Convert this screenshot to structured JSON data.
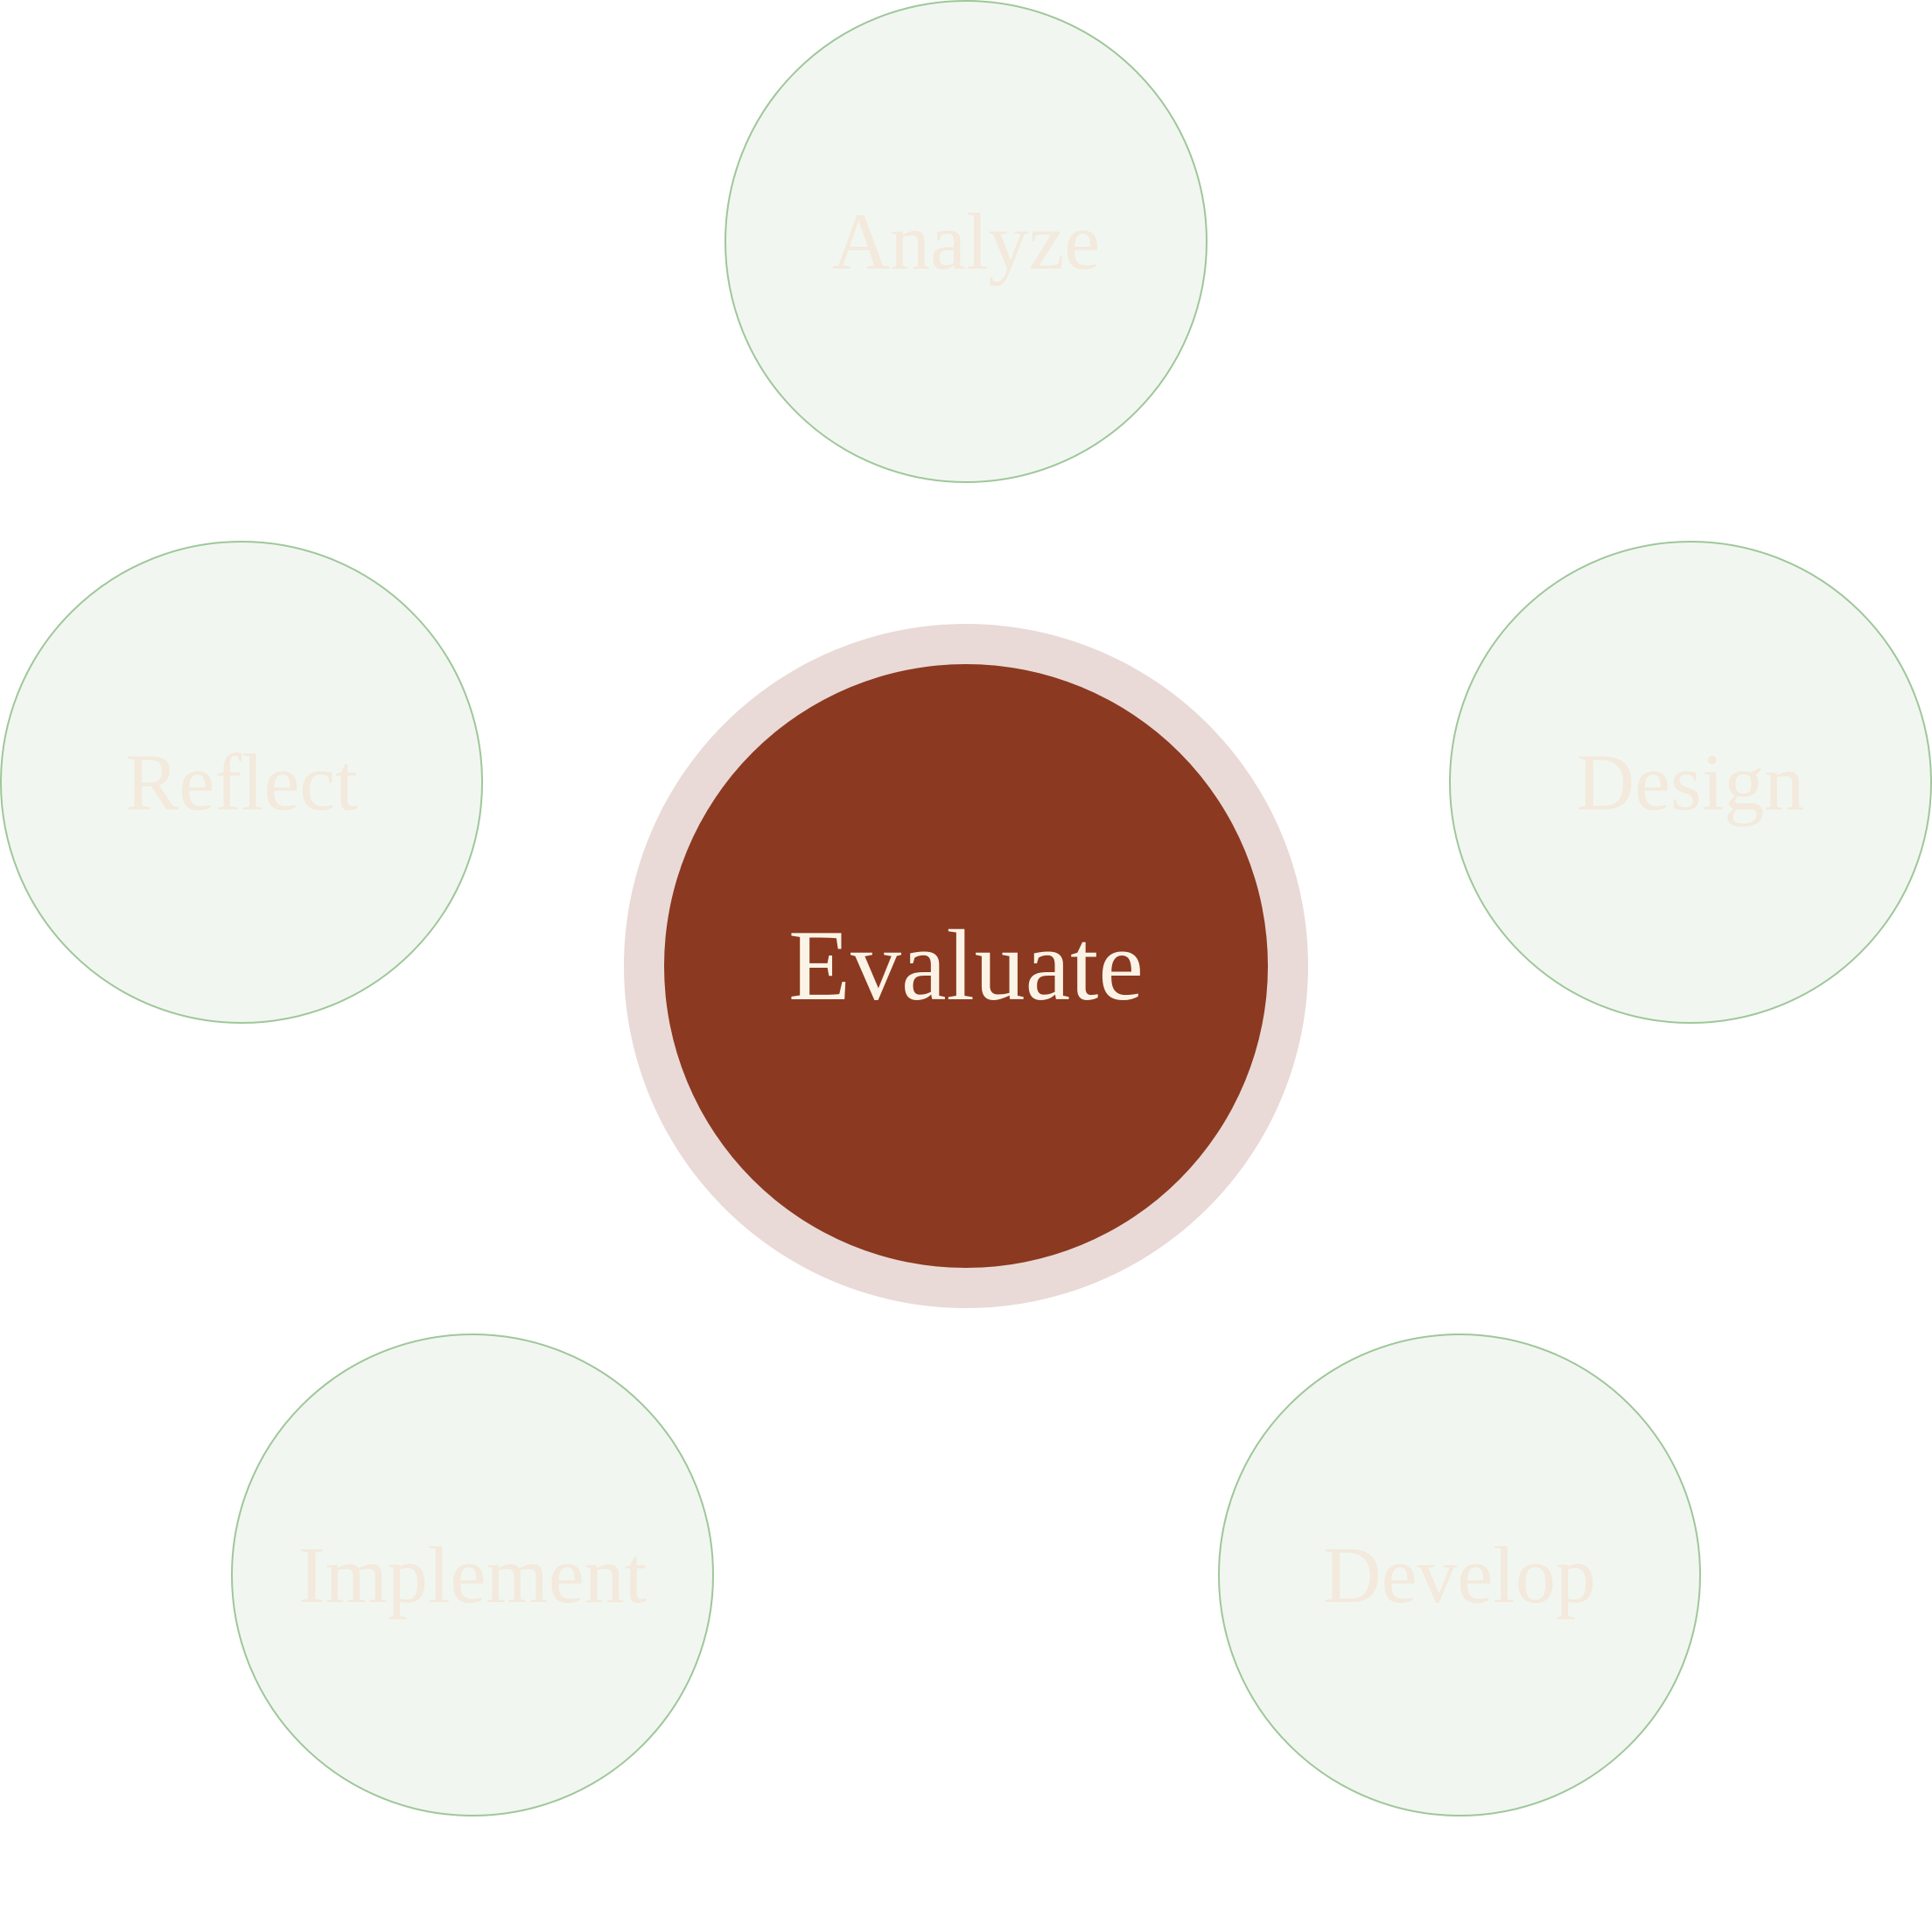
{
  "colors": {
    "satellite_fill": "#f1f7f0",
    "satellite_stroke": "#9fc79a",
    "satellite_text": "#f3e9dc",
    "center_halo": "#e9dad7",
    "center_fill": "#8b3920",
    "center_text": "#fbf3e6",
    "background": "#ffffff"
  },
  "center": {
    "label": "Evaluate"
  },
  "stages": [
    {
      "label": "Analyze"
    },
    {
      "label": "Design"
    },
    {
      "label": "Develop"
    },
    {
      "label": "Implement"
    },
    {
      "label": "Reflect"
    }
  ]
}
